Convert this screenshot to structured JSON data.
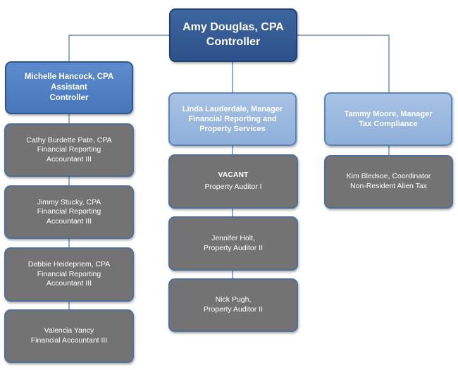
{
  "controller": {
    "name": "Amy Douglas, CPA",
    "title": "Controller"
  },
  "assistant": {
    "lines": [
      "Michelle Hancock, CPA",
      "Assistant",
      "Controller"
    ]
  },
  "manager_reporting": {
    "lines": [
      "Linda Lauderdale, Manager",
      "Financial Reporting and",
      "Property Services"
    ]
  },
  "manager_tax": {
    "lines": [
      "Tammy Moore, Manager",
      "Tax Compliance"
    ]
  },
  "staff_left": [
    {
      "lines": [
        "Cathy Burdette Pate, CPA",
        "Financial Reporting",
        "Accountant III"
      ]
    },
    {
      "lines": [
        "Jimmy Stucky, CPA",
        "Financial Reporting",
        "Accountant III"
      ]
    },
    {
      "lines": [
        "Debbie Heidepriem, CPA",
        "Financial Reporting",
        "Accountant III"
      ]
    },
    {
      "lines": [
        "Valencia Yancy",
        "Financial Accountant III"
      ]
    }
  ],
  "staff_middle": [
    {
      "lines": [
        "VACANT",
        "Property Auditor I"
      ]
    },
    {
      "lines": [
        "Jennifer Holt,",
        "Property Auditor II"
      ]
    },
    {
      "lines": [
        "Nick Pugh,",
        "Property Auditor II"
      ]
    }
  ],
  "staff_right": [
    {
      "lines": [
        "Kim Bledsoe, Coordinator",
        "Non-Resident Alien Tax"
      ]
    }
  ]
}
